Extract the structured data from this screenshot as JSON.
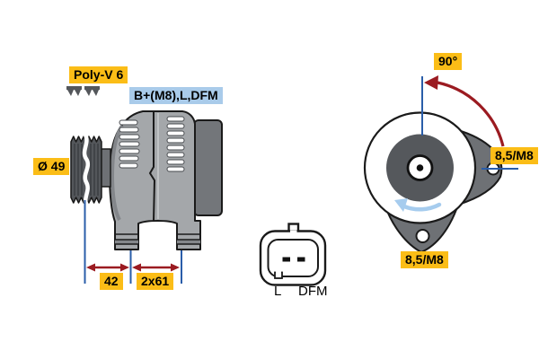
{
  "diagram": {
    "title": "alternator-technical-drawing",
    "side_view": {
      "belt_label": "Poly-V 6",
      "terminals_label": "B+(M8),L,DFM",
      "pulley_diameter_label": "Ø 49",
      "dimension_front": "42",
      "dimension_mounting": "2x61"
    },
    "connector": {
      "pin_left": "L",
      "pin_right": "DFM"
    },
    "front_view": {
      "angle_label": "90°",
      "mount_hole_right": "8,5/M8",
      "mount_hole_bottom": "8,5/M8"
    }
  },
  "colors": {
    "label_yellow": "#FBBD17",
    "label_blue": "#A9CBEA",
    "dimension_blue": "#2A5DA9",
    "arrow_dark_red": "#9B1B21",
    "rotation_arrow_blue": "#A6CCEE",
    "body_gray": "#A4A7AA",
    "dark_gray": "#54575B",
    "rear_block_gray": "#73767A"
  }
}
